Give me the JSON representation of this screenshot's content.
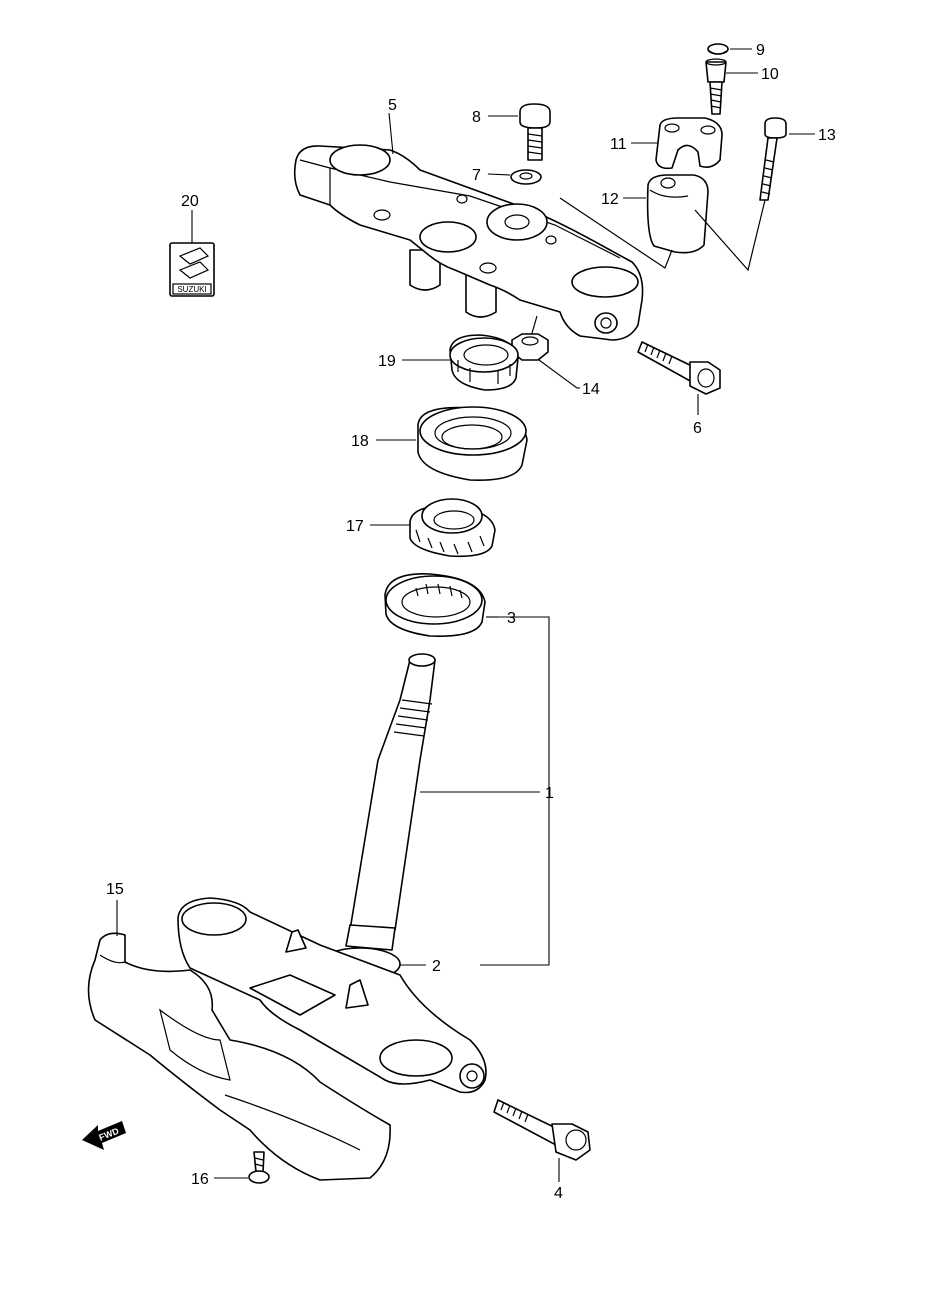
{
  "diagram": {
    "callouts": [
      "1",
      "2",
      "3",
      "4",
      "5",
      "6",
      "7",
      "8",
      "9",
      "10",
      "11",
      "12",
      "13",
      "14",
      "15",
      "16",
      "17",
      "18",
      "19",
      "20"
    ],
    "emblem_text": "SUZUKI",
    "fwd_text": "FWD"
  },
  "colors": {
    "line": "#000000",
    "background": "#ffffff"
  }
}
